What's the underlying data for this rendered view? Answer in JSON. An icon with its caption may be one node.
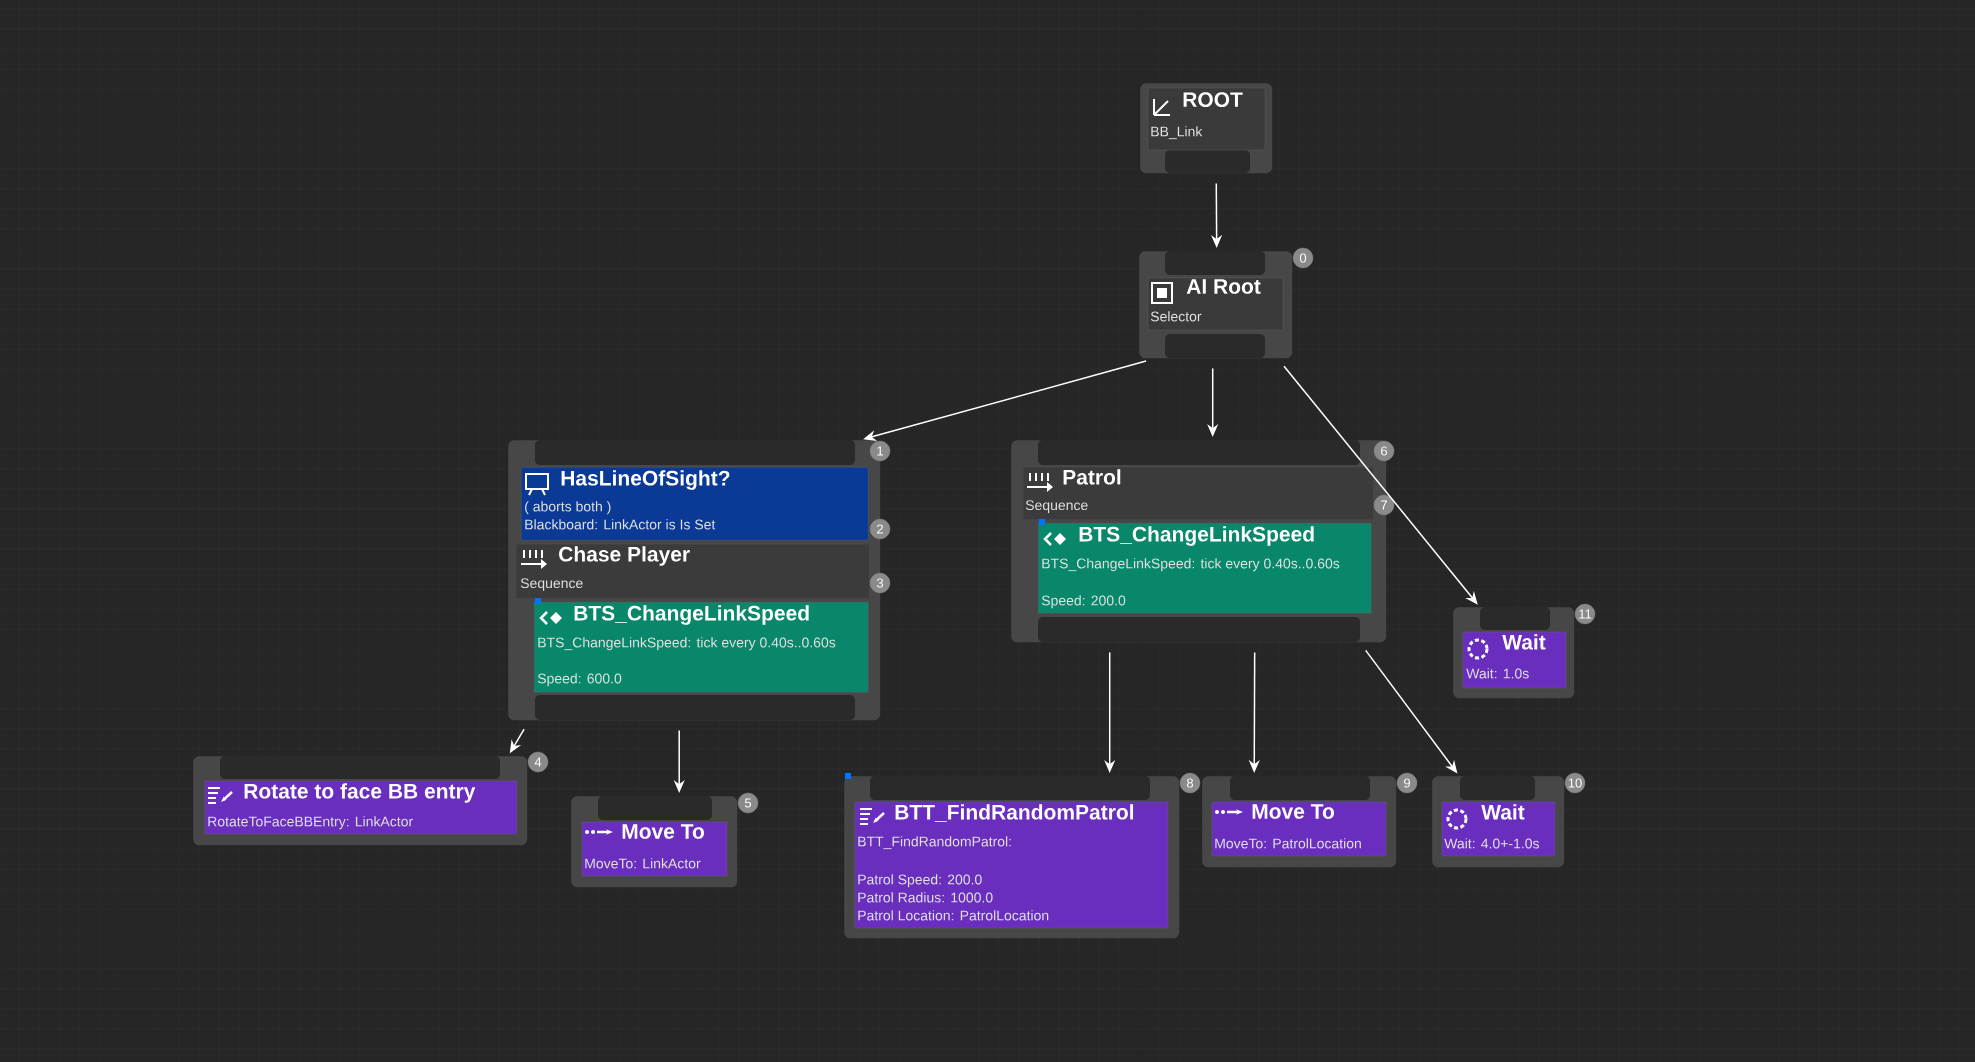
{
  "diagram": {
    "nodes": [
      {
        "text": [
          "ROOT",
          "BB_Link"
        ]
      },
      {
        "text": [
          "AI Root",
          "Selector"
        ],
        "beside": [
          "0"
        ]
      },
      {
        "text": [],
        "shape": "box",
        "beside": [
          "1"
        ]
      },
      {
        "text": [
          "HasLineOfSight?",
          "( aborts both )",
          "Blackboard: LinkActor is Is Set"
        ],
        "in": 2,
        "beside": [
          "2"
        ]
      },
      {
        "text": [
          "Chase Player",
          "Sequence"
        ],
        "in": 2,
        "beside": [
          "3"
        ]
      },
      {
        "text": [
          "BTS_ChangeLinkSpeed",
          "BTS_ChangeLinkSpeed: tick every 0.40s..0.60s",
          "Speed: 600.0"
        ],
        "in": 2
      },
      {
        "text": [],
        "shape": "box",
        "beside": [
          "6"
        ]
      },
      {
        "text": [
          "Patrol",
          "Sequence"
        ],
        "in": 6,
        "beside": [
          "7"
        ]
      },
      {
        "text": [
          "BTS_ChangeLinkSpeed",
          "BTS_ChangeLinkSpeed: tick every 0.40s..0.60s",
          "Speed: 200.0"
        ],
        "in": 6
      },
      {
        "text": [
          "Wait",
          "Wait: 1.0s"
        ],
        "beside": [
          "11"
        ]
      },
      {
        "text": [
          "Rotate to face BB entry",
          "RotateToFaceBBEntry: LinkActor"
        ],
        "beside": [
          "4"
        ]
      },
      {
        "text": [
          "Move To",
          "MoveTo: LinkActor"
        ],
        "beside": [
          "5"
        ]
      },
      {
        "text": [
          "BTT_FindRandomPatrol",
          "BTT_FindRandomPatrol:",
          "Patrol Speed: 200.0",
          "Patrol Radius: 1000.0",
          "Patrol Location: PatrolLocation"
        ],
        "beside": [
          "8"
        ]
      },
      {
        "text": [
          "Move To",
          "MoveTo: PatrolLocation"
        ],
        "beside": [
          "9"
        ]
      },
      {
        "text": [
          "Wait",
          "Wait: 4.0+-1.0s"
        ],
        "beside": [
          "10"
        ]
      }
    ],
    "edges": [
      {
        "from": 0,
        "to": 1,
        "arrow": "to"
      },
      {
        "from": 1,
        "to": 2,
        "arrow": "to"
      },
      {
        "from": 1,
        "to": 6,
        "arrow": "to"
      },
      {
        "from": 1,
        "to": 9,
        "arrow": "to"
      },
      {
        "from": 2,
        "to": 10,
        "arrow": "to"
      },
      {
        "from": 2,
        "to": 11,
        "arrow": "to"
      },
      {
        "from": 6,
        "to": 12,
        "arrow": "to"
      },
      {
        "from": 6,
        "to": 13,
        "arrow": "to"
      },
      {
        "from": 6,
        "to": 14,
        "arrow": "to"
      }
    ]
  }
}
